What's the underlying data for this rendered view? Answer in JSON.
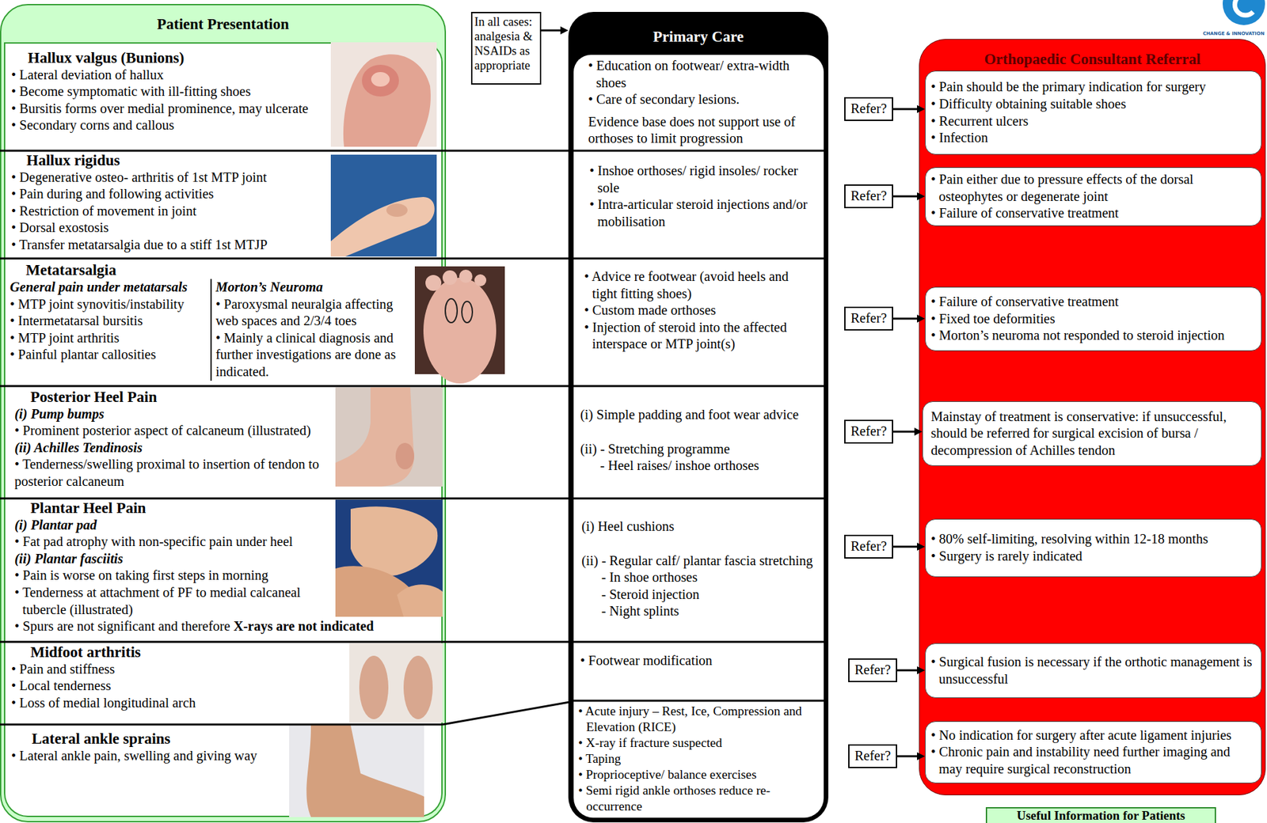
{
  "diagram": {
    "nodes": [
      {
        "text": [
          "Patient Presentation"
        ]
      },
      {
        "text": [
          "Hallux valgus (Bunions)",
          "• Lateral deviation of hallux",
          "• Become symptomatic with ill-fitting shoes",
          "• Bursitis forms over medial prominence, may ulcerate",
          "• Secondary corns and callous"
        ],
        "in": 0
      },
      {
        "text": [
          "Hallux rigidus",
          "• Degenerative osteo- arthritis of 1st MTP joint",
          "• Pain during and following activities",
          "• Restriction of movement in joint",
          "• Dorsal exostosis",
          "• Transfer metatarsalgia due to a stiff 1st MTJP"
        ],
        "in": 0
      },
      {
        "text": [
          "Metatarsalgia",
          "General pain under metatarsals",
          "• MTP joint synovitis/instability",
          "• Intermetatarsal bursitis",
          "• MTP joint arthritis",
          "• Painful plantar callosities",
          "Morton’s Neuroma",
          "• Paroxysmal neuralgia affecting web spaces and 2/3/4 toes",
          "• Mainly a clinical diagnosis and further investigations are done as indicated."
        ],
        "in": 0
      },
      {
        "text": [
          "Posterior Heel Pain",
          "(i) Pump bumps",
          "• Prominent posterior aspect of calcaneum (illustrated)",
          "(ii) Achilles Tendinosis",
          "• Tenderness/swelling proximal to insertion of tendon to posterior calcaneum"
        ],
        "in": 0
      },
      {
        "text": [
          "Plantar Heel Pain",
          "(i) Plantar pad",
          "• Fat pad atrophy with non-specific pain under heel",
          "(ii) Plantar fasciitis",
          "• Pain is worse on taking first steps in morning",
          "• Tenderness at attachment of PF to medial calcaneal tubercle (illustrated)",
          "• Spurs are not significant and therefore",
          "X-rays are not indicated"
        ],
        "in": 0
      },
      {
        "text": [
          "Midfoot arthritis",
          "• Pain and stiffness",
          "• Local tenderness",
          "• Loss of medial longitudinal arch"
        ],
        "in": 0
      },
      {
        "text": [
          "Lateral ankle sprains",
          "• Lateral ankle pain, swelling and giving way"
        ],
        "in": 0
      },
      {
        "text": [
          "In all cases: analgesia & NSAIDs as appropriate"
        ]
      },
      {
        "text": [
          "Primary Care"
        ]
      },
      {
        "text": [
          "• Education on footwear/ extra-width shoes",
          "• Care of secondary lesions.",
          "Evidence base does not support use of orthoses to limit progression"
        ],
        "in": 9
      },
      {
        "text": [
          "• Inshoe orthoses/ rigid insoles/ rocker sole",
          "• Intra-articular steroid injections and/or mobilisation"
        ],
        "in": 9
      },
      {
        "text": [
          "• Advice re footwear (avoid heels and tight fitting shoes)",
          "• Custom made orthoses",
          "• Injection of steroid into the affected interspace or MTP joint(s)"
        ],
        "in": 9
      },
      {
        "text": [
          "(i) Simple padding and foot wear advice",
          "(ii) - Stretching programme",
          "- Heel raises/ inshoe orthoses"
        ],
        "in": 9
      },
      {
        "text": [
          "(i) Heel cushions",
          "(ii) - Regular calf/ plantar fascia stretching",
          "- In shoe orthoses",
          "- Steroid injection",
          "- Night splints"
        ],
        "in": 9
      },
      {
        "text": [
          "• Footwear modification"
        ],
        "in": 9
      },
      {
        "text": [
          "• Acute injury – Rest, Ice, Compression and Elevation (RICE)",
          "• X-ray if fracture suspected",
          "• Taping",
          "• Proprioceptive/ balance exercises",
          "• Semi rigid ankle orthoses reduce re-occurrence"
        ],
        "in": 9
      },
      {
        "text": [
          "Refer?"
        ]
      },
      {
        "text": [
          "Refer?"
        ]
      },
      {
        "text": [
          "Refer?"
        ]
      },
      {
        "text": [
          "Refer?"
        ]
      },
      {
        "text": [
          "Refer?"
        ]
      },
      {
        "text": [
          "Refer?"
        ]
      },
      {
        "text": [
          "Refer?"
        ]
      },
      {
        "text": [
          "Orthopaedic Consultant Referral"
        ]
      },
      {
        "text": [
          "• Pain should be the primary indication for surgery",
          "• Difficulty obtaining suitable shoes",
          "• Recurrent ulcers",
          "• Infection"
        ],
        "in": 24
      },
      {
        "text": [
          "• Pain either due to pressure effects of the dorsal osteophytes or degenerate joint",
          "• Failure of conservative treatment"
        ],
        "in": 24
      },
      {
        "text": [
          "• Failure of conservative treatment",
          "• Fixed toe deformities",
          "• Morton’s neuroma not responded to steroid injection"
        ],
        "in": 24
      },
      {
        "text": [
          "Mainstay of treatment is conservative: if unsuccessful, should be referred for surgical excision of bursa / decompression of Achilles tendon"
        ],
        "in": 24
      },
      {
        "text": [
          "• 80% self-limiting, resolving within 12-18 months",
          "• Surgery is rarely indicated"
        ],
        "in": 24
      },
      {
        "text": [
          "• Surgical fusion is necessary if the orthotic management is unsuccessful"
        ],
        "in": 24
      },
      {
        "text": [
          "• No indication for surgery after acute ligament injuries",
          "• Chronic pain and instability need further imaging and may require surgical reconstruction"
        ],
        "in": 24
      },
      {
        "text": [
          "Useful Information for Patients"
        ]
      }
    ],
    "edges": [
      {
        "from": 8,
        "to": 9,
        "arrow": "to"
      },
      {
        "from": 17,
        "to": 25,
        "arrow": "to"
      },
      {
        "from": 18,
        "to": 26,
        "arrow": "to"
      },
      {
        "from": 19,
        "to": 27,
        "arrow": "to"
      },
      {
        "from": 20,
        "to": 28,
        "arrow": "to"
      },
      {
        "from": 21,
        "to": 29,
        "arrow": "to"
      },
      {
        "from": 22,
        "to": 30,
        "arrow": "to"
      },
      {
        "from": 23,
        "to": 31,
        "arrow": "to"
      }
    ],
    "labels": [
      "CHANGE & INNOVATION"
    ]
  }
}
